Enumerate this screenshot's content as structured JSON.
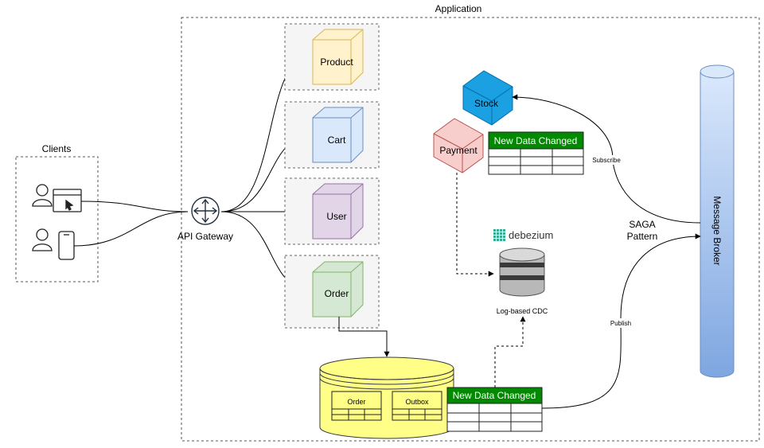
{
  "containers": {
    "application_label": "Application",
    "clients_label": "Clients"
  },
  "gateway": {
    "label": "API Gateway"
  },
  "services": {
    "product": "Product",
    "cart": "Cart",
    "user": "User",
    "order": "Order",
    "stock": "Stock",
    "payment": "Payment"
  },
  "database": {
    "order_table": "Order",
    "outbox_table": "Outbox"
  },
  "tables": {
    "top_header": "New Data Changed",
    "bottom_header": "New Data Changed"
  },
  "cdc": {
    "brand": "debezium",
    "label": "Log-based CDC"
  },
  "broker": {
    "label": "Message Broker"
  },
  "flows": {
    "subscribe": "Subscribe",
    "publish": "Publish",
    "saga_line1": "SAGA",
    "saga_line2": "Pattern"
  },
  "colors": {
    "product": "#fff2cc",
    "cart": "#dae8fc",
    "user": "#e1d5e7",
    "order": "#d5e8d4",
    "stock": "#1ba1e2",
    "payment": "#f8cecc",
    "table_header": "#008a00",
    "database": "#ffff88",
    "broker": "#7ea6e0"
  }
}
